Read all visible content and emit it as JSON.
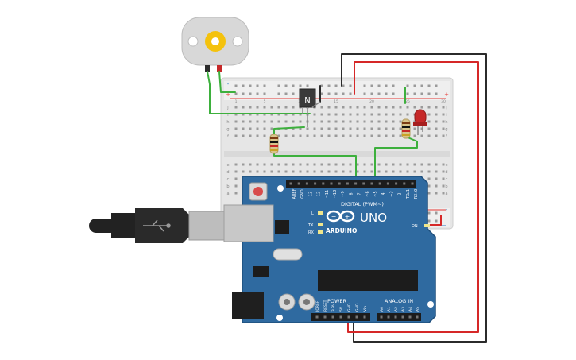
{
  "colors": {
    "board": "#2f6aa0",
    "board_edge": "#1f4f7c",
    "breadboard": "#e9e9e9",
    "breadboard_inner": "#f3f3f3",
    "rail_red": "#e53935",
    "rail_blue": "#2a78c5",
    "wire_red": "#d62828",
    "wire_black": "#2b2b2b",
    "wire_green": "#3db03d",
    "led_red": "#c62828",
    "motor_body": "#d8d8d8",
    "motor_hub": "#f4c20d",
    "transistor": "#3a3a3a",
    "usb_cable": "#222222",
    "header_black": "#1c1c1c"
  },
  "motor": {
    "icon": "dc-motor-icon"
  },
  "transistor": {
    "label": "N"
  },
  "breadboard": {
    "row_letters_top": [
      "j",
      "i",
      "h",
      "g",
      "f"
    ],
    "row_letters_bottom": [
      "e",
      "d",
      "c",
      "b",
      "a"
    ],
    "column_numbers": [
      "1",
      "5",
      "10",
      "15",
      "20",
      "25",
      "30"
    ],
    "rail_plus": "+",
    "rail_minus": "-"
  },
  "arduino": {
    "brand": "ARDUINO",
    "model": "UNO",
    "digital_label": "DIGITAL (PWM~)",
    "power_label": "POWER",
    "analog_label": "ANALOG IN",
    "on_label": "ON",
    "l_label": "L",
    "tx_label": "TX",
    "rx_label": "RX",
    "digital_pins": [
      "AREF",
      "GND",
      "13",
      "12",
      "~11",
      "~10",
      "~9",
      "8",
      "7",
      "~6",
      "~5",
      "4",
      "~3",
      "2",
      "TX▸1",
      "RX◂0"
    ],
    "power_pins": [
      "IOREF",
      "RESET",
      "3.3V",
      "5V",
      "GND",
      "GND",
      "Vin"
    ],
    "analog_pins": [
      "A0",
      "A1",
      "A2",
      "A3",
      "A4",
      "A5"
    ]
  }
}
